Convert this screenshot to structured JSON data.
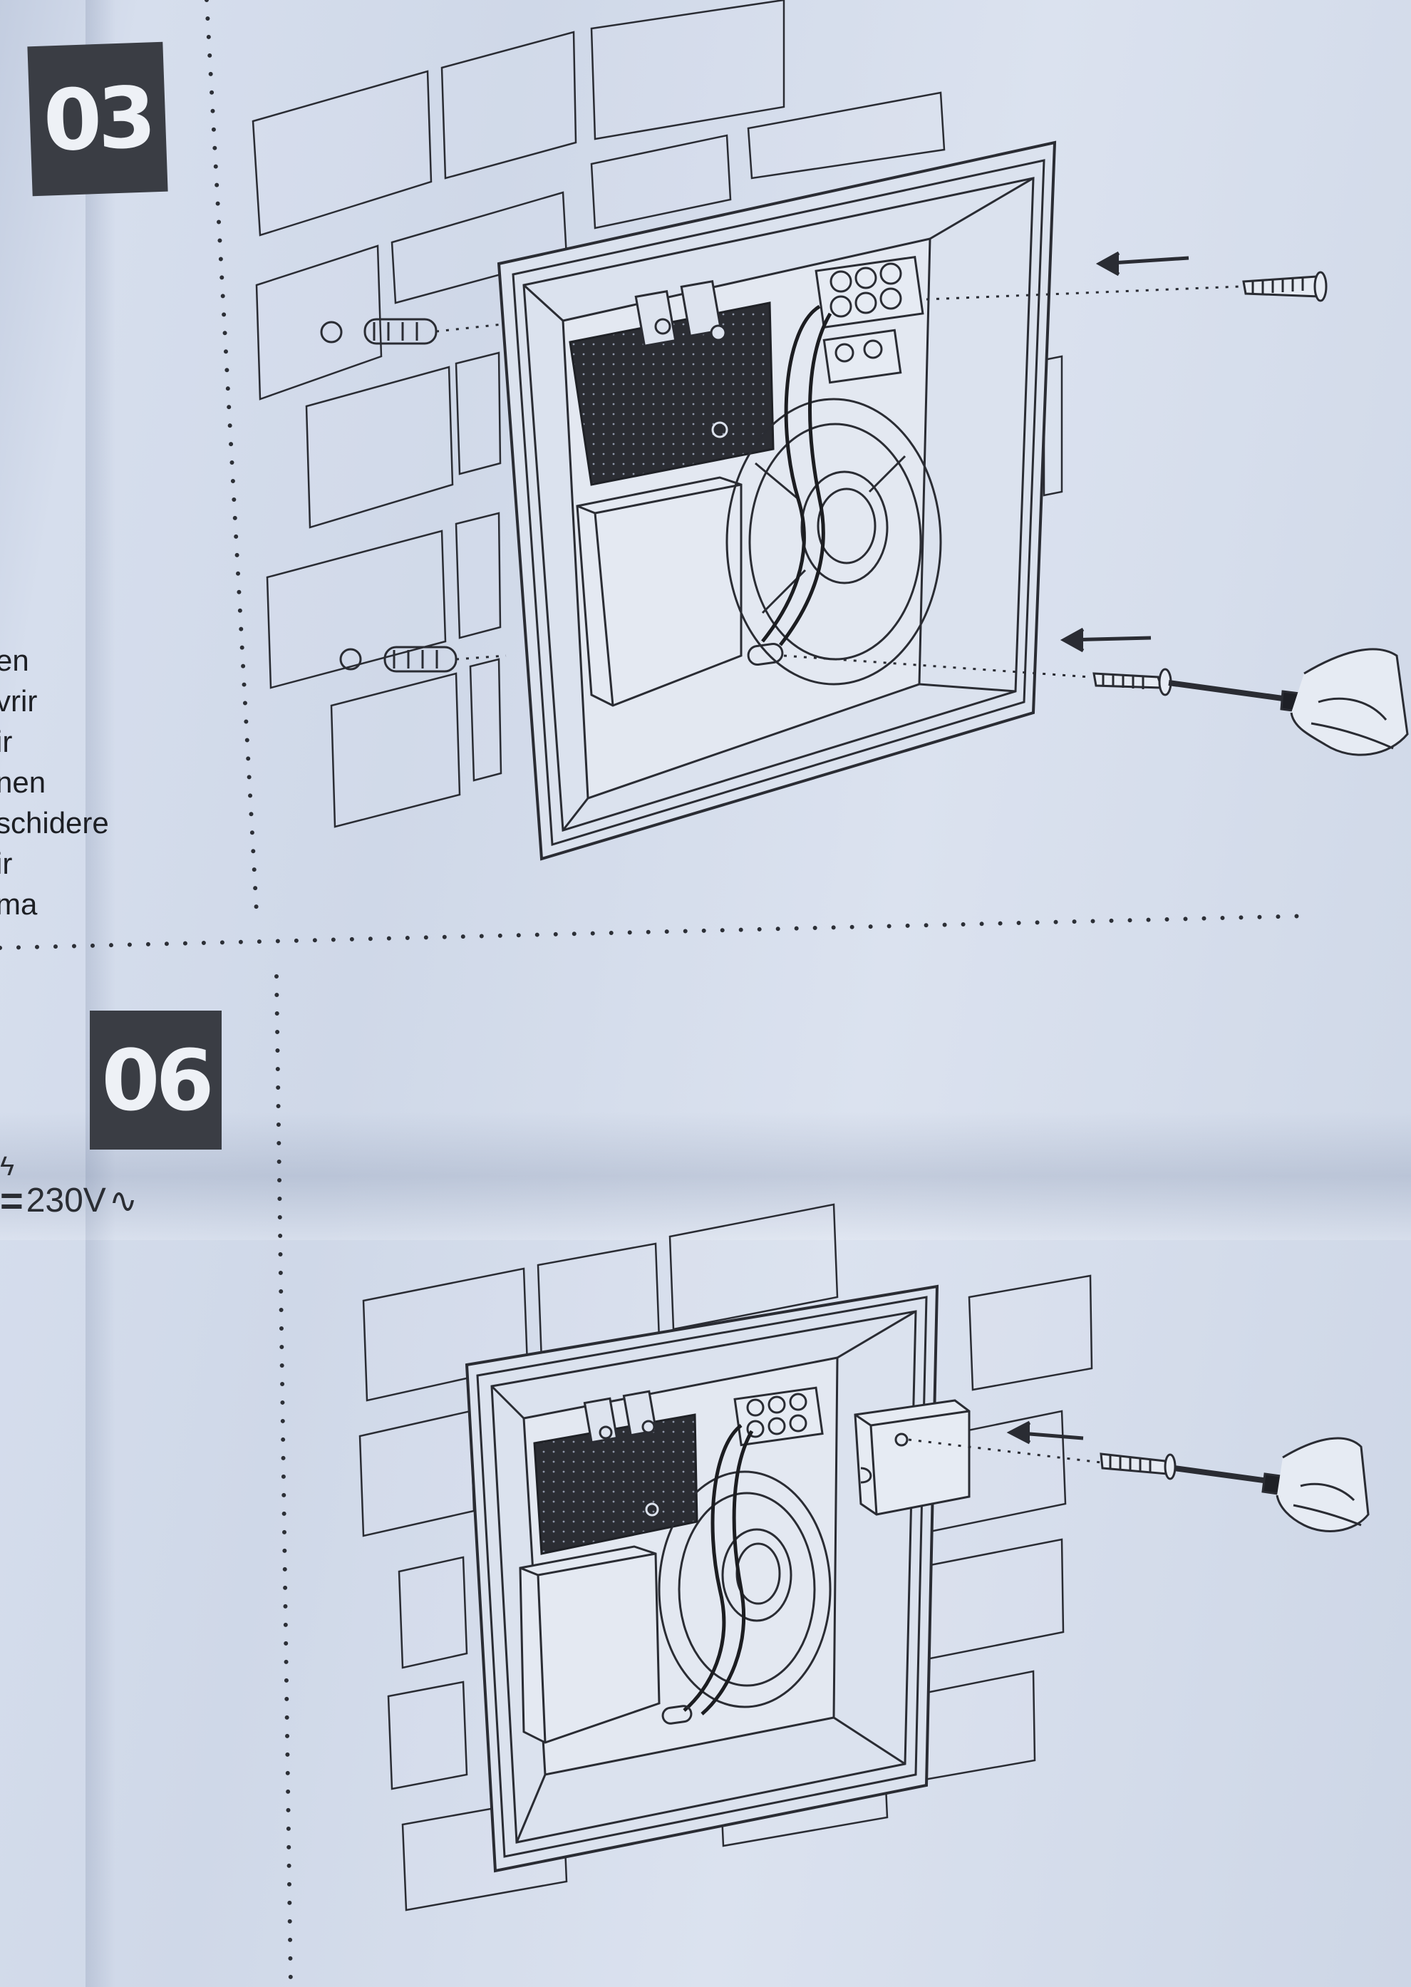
{
  "steps": [
    {
      "number": "03"
    },
    {
      "number": "06"
    }
  ],
  "side_text_fragments": [
    "en",
    "vrir",
    "ir",
    "nen",
    "schidere",
    "ir",
    "ma"
  ],
  "voltage": {
    "value": "230V",
    "ac_symbol": "∿",
    "symbol_icon": "lightning-bolt-icon"
  },
  "illustrations": [
    {
      "name": "step-03-illustration",
      "depicts": [
        "wall-tiles",
        "door-chime-housing",
        "circuit-board",
        "speaker",
        "battery-box",
        "wall-plugs",
        "screws",
        "screwdriver",
        "hand"
      ]
    },
    {
      "name": "step-06-illustration",
      "depicts": [
        "wall-tiles",
        "door-chime-housing",
        "circuit-board",
        "speaker",
        "battery-box",
        "terminal-cover",
        "screw",
        "screwdriver",
        "hand"
      ]
    }
  ],
  "colors": {
    "paper": "#d6deed",
    "ink": "#222222",
    "badge": "#3a3d44"
  }
}
